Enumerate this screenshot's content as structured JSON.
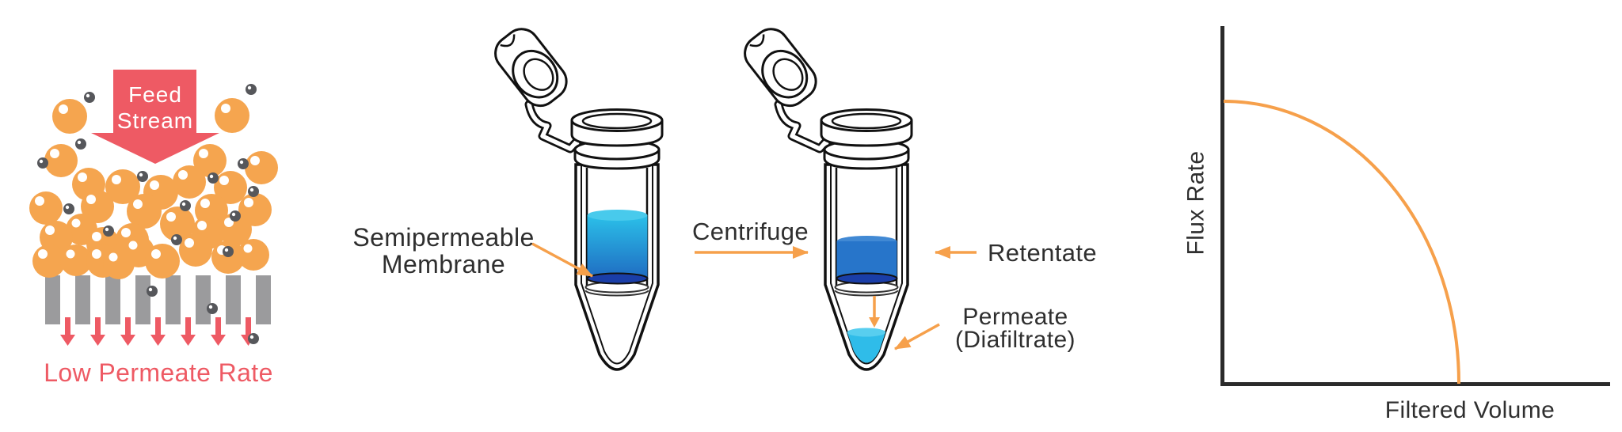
{
  "palette": {
    "coral": "#EE5A64",
    "orange": "#F6A04B",
    "sphere": "#F5A54F",
    "bar": "#9B9B9D",
    "dot": "#56575B",
    "cyan": "#2BC0E9",
    "cyan_light": "#48CAEC",
    "blue": "#1E64BE",
    "navy": "#1A3EA8",
    "retentate": "#2775CA",
    "retentate_light": "#4189D4",
    "permeate": "#2FBCE9",
    "permeate_light": "#58CEEF",
    "ink": "#2F2F2F",
    "axis": "#2B2B2B",
    "outline": "#111111"
  },
  "left_panel": {
    "arrow_line1": "Feed",
    "arrow_line2": "Stream",
    "caption": "Low Permeate Rate"
  },
  "diagram": {
    "membrane_label_line1": "Semipermeable",
    "membrane_label_line2": "Membrane",
    "process_label": "Centrifuge",
    "retentate_label": "Retentate",
    "permeate_label_line1": "Permeate",
    "permeate_label_line2": "(Diafiltrate)"
  },
  "chart": {
    "ylabel": "Flux Rate",
    "xlabel": "Filtered Volume"
  },
  "chart_data": {
    "type": "line",
    "title": "",
    "xlabel": "Filtered Volume",
    "ylabel": "Flux Rate",
    "x_range_fraction": [
      0,
      1
    ],
    "y_range_fraction": [
      0,
      1
    ],
    "grid": false,
    "legend": false,
    "tick_labels": "none",
    "series": [
      {
        "name": "flux-decay-curve",
        "color": "#F6A04B",
        "x": [
          0,
          0.1,
          0.2,
          0.3,
          0.4,
          0.5,
          0.55,
          0.58,
          0.61
        ],
        "y": [
          0.79,
          0.78,
          0.75,
          0.69,
          0.6,
          0.45,
          0.34,
          0.25,
          0
        ]
      }
    ],
    "shape_note": "flux starts high at zero filtered volume and falls along a quarter-ellipse to zero, dropping vertically at maximum filtered volume"
  }
}
